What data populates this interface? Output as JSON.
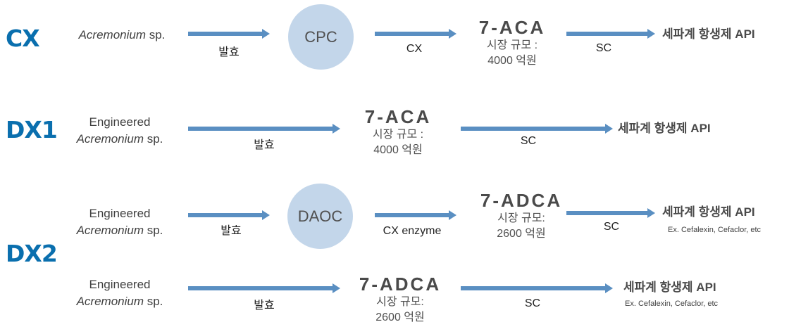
{
  "diagram": {
    "colors": {
      "label": "#0a6fae",
      "arrow": "#5a8fc2",
      "circle": "#c3d6ea",
      "text": "#404040"
    },
    "processes": [
      {
        "label": "CX",
        "rows": [
          {
            "source_line1": "",
            "source_italic": "Acremonium",
            "source_suffix": " sp.",
            "step1_label": "발효",
            "intermediate": "CPC",
            "step2_label": "CX",
            "product": "7-ACA",
            "market_line1": "시장 규모 :",
            "market_line2": "4000 억원",
            "step3_label": "SC",
            "api": "세파계 항생제 API",
            "api_examples": ""
          }
        ]
      },
      {
        "label": "DX1",
        "rows": [
          {
            "source_line1": "Engineered",
            "source_italic": "Acremonium",
            "source_suffix": " sp.",
            "step1_label": "발효",
            "product": "7-ACA",
            "market_line1": "시장 규모 :",
            "market_line2": "4000 억원",
            "step3_label": "SC",
            "api": "세파계 항생제 API"
          }
        ]
      },
      {
        "label": "DX2",
        "rows": [
          {
            "source_line1": "Engineered",
            "source_italic": "Acremonium",
            "source_suffix": " sp.",
            "step1_label": "발효",
            "intermediate": "DAOC",
            "step2_label": "CX enzyme",
            "product": "7-ADCA",
            "market_line1": "시장 규모:",
            "market_line2": "2600 억원",
            "step3_label": "SC",
            "api": "세파계 항생제 API",
            "api_examples": "Ex. Cefalexin,  Cefaclor, etc"
          },
          {
            "source_line1": "Engineered",
            "source_italic": "Acremonium",
            "source_suffix": " sp.",
            "step1_label": "발효",
            "product": "7-ADCA",
            "market_line1": "시장 규모:",
            "market_line2": "2600 억원",
            "step3_label": "SC",
            "api": "세파계 항생제 API",
            "api_examples": "Ex. Cefalexin,  Cefaclor, etc"
          }
        ]
      }
    ]
  }
}
